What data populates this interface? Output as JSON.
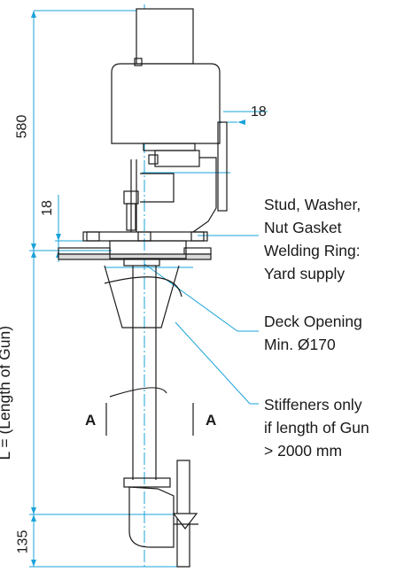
{
  "dimensions": {
    "upper_height": "580",
    "flange_offset": "18",
    "deck_plate": "18",
    "gun_length": "L = (Length of Gun)",
    "lower_height": "135"
  },
  "callouts": {
    "stud": [
      "Stud, Washer,",
      "Nut Gasket"
    ],
    "welding": [
      "Welding Ring:",
      "Yard supply"
    ],
    "deck_opening": [
      "Deck Opening",
      "Min. Ø170"
    ],
    "stiffeners": [
      "Stiffeners only",
      "if length of Gun",
      "> 2000 mm"
    ]
  },
  "section_marks": {
    "left": "A",
    "right": "A"
  },
  "colors": {
    "outline": "#1a1a1a",
    "leader": "#1aa3d9"
  }
}
